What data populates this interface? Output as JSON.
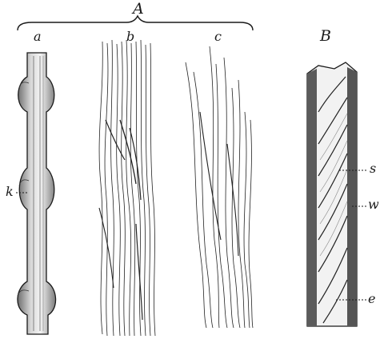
{
  "figure": {
    "group_label": "A",
    "panel_a_label": "a",
    "panel_b_label": "b",
    "panel_c_label": "c",
    "panel_B_label": "B",
    "callout_k": "k",
    "callout_s": "s",
    "callout_w": "w",
    "callout_e": "e",
    "ink_color": "#1a1a1a"
  }
}
